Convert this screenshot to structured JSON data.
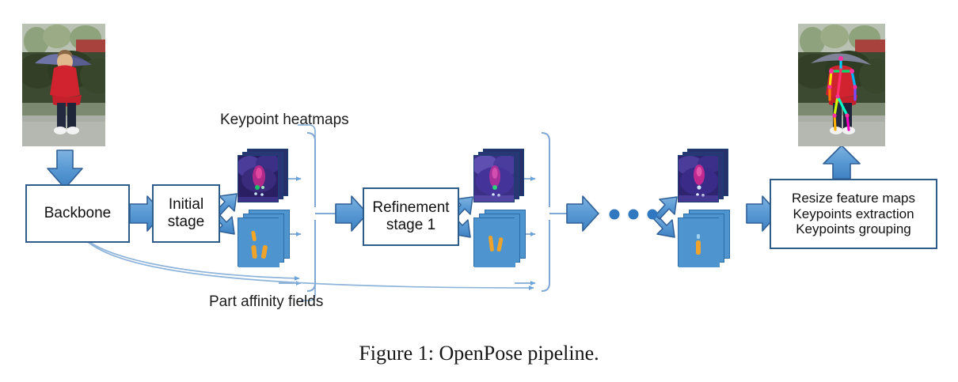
{
  "figure": {
    "caption": "Figure 1: OpenPose pipeline.",
    "title": "OpenPose pipeline"
  },
  "labels": {
    "keypoint_heatmaps": "Keypoint heatmaps",
    "part_affinity_fields": "Part affinity fields",
    "ellipsis": "•  •  •"
  },
  "blocks": [
    {
      "id": "backbone",
      "lines": [
        "Backbone"
      ]
    },
    {
      "id": "initial",
      "lines": [
        "Initial",
        "stage"
      ]
    },
    {
      "id": "refinement",
      "lines": [
        "Refinement",
        "stage 1"
      ]
    },
    {
      "id": "postproc",
      "lines": [
        "Resize feature maps",
        "Keypoints extraction",
        "Keypoints grouping"
      ]
    }
  ],
  "images": {
    "input": {
      "alt": "input photo of child with umbrella"
    },
    "output": {
      "alt": "output photo with colored skeleton overlay"
    }
  },
  "stacks": [
    {
      "id": "stage1-heatmaps",
      "kind": "heatmap",
      "sheets": 3
    },
    {
      "id": "stage1-pafs",
      "kind": "paf",
      "sheets": 3
    },
    {
      "id": "stage2-heatmaps",
      "kind": "heatmap",
      "sheets": 3
    },
    {
      "id": "stage2-pafs",
      "kind": "paf",
      "sheets": 3
    },
    {
      "id": "stageN-heatmaps",
      "kind": "heatmap",
      "sheets": 3
    },
    {
      "id": "stageN-pafs",
      "kind": "paf",
      "sheets": 3
    }
  ],
  "colors": {
    "arrow_fill": "#5b9bd5",
    "arrow_stroke": "#2f5f96",
    "box_border": "#2e5c8a",
    "connector": "#7fa9d4",
    "paf_sheet": "#4e95d0",
    "paf_limb": "#f0a32a",
    "background": "#ffffff",
    "text": "#1a1a1a"
  }
}
